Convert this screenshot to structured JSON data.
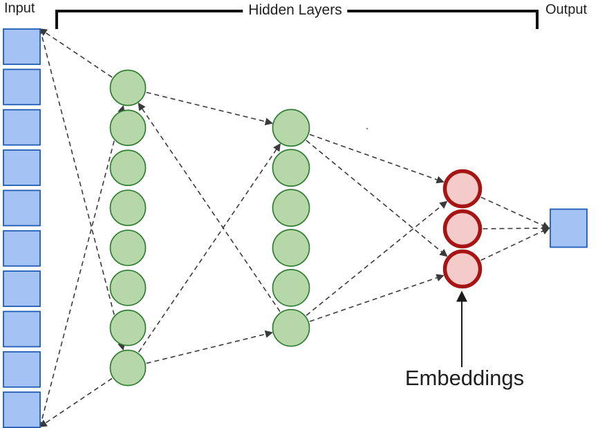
{
  "labels": {
    "input": "Input",
    "hidden_layers": "Hidden Layers",
    "output": "Output",
    "embeddings": "Embeddings"
  },
  "network": {
    "type": "neural-network-autoencoder",
    "layers": [
      {
        "name": "input",
        "node_shape": "square",
        "node_count": 10,
        "fill": "#a4c2f4",
        "stroke": "#1f5bb5"
      },
      {
        "name": "hidden-layer-1",
        "node_shape": "circle",
        "node_count": 8,
        "fill": "#b6d7a8",
        "stroke": "#2e7d32"
      },
      {
        "name": "hidden-layer-2",
        "node_shape": "circle",
        "node_count": 6,
        "fill": "#b6d7a8",
        "stroke": "#2e7d32"
      },
      {
        "name": "embeddings",
        "node_shape": "circle",
        "node_count": 3,
        "fill": "#f4cbc8",
        "stroke": "#a61414"
      },
      {
        "name": "output",
        "node_shape": "square",
        "node_count": 1,
        "fill": "#a4c2f4",
        "stroke": "#1f5bb5"
      }
    ],
    "connection_style": "dashed",
    "line_color": "#3a3a3a",
    "bracket_color": "#111111",
    "annotation_arrow_color": "#1a1a1a",
    "connections": [
      {
        "from": "h1.0",
        "to": "in.top"
      },
      {
        "from": "in.bot",
        "to": "h1.0"
      },
      {
        "from": "in.top",
        "to": "h1.7"
      },
      {
        "from": "h1.7",
        "to": "in.bot"
      },
      {
        "from": "h1.0",
        "to": "h2.0"
      },
      {
        "from": "h2.5",
        "to": "h1.0"
      },
      {
        "from": "h1.7",
        "to": "h2.0"
      },
      {
        "from": "h1.7",
        "to": "h2.5"
      },
      {
        "from": "h2.0",
        "to": "e.0"
      },
      {
        "from": "h2.0",
        "to": "e.2"
      },
      {
        "from": "h2.5",
        "to": "e.0"
      },
      {
        "from": "h2.5",
        "to": "e.2"
      },
      {
        "from": "e.0",
        "to": "out"
      },
      {
        "from": "e.1",
        "to": "out"
      },
      {
        "from": "e.2",
        "to": "out"
      }
    ]
  }
}
